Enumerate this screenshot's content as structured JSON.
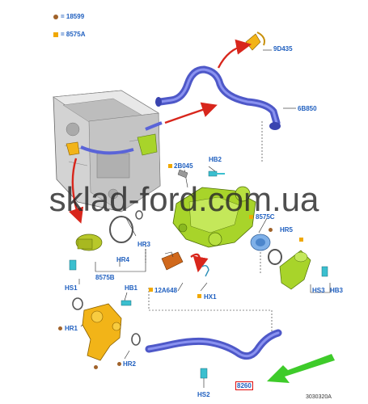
{
  "legend": [
    {
      "marker": "dot",
      "color": "#a0622a",
      "text": "= 18599"
    },
    {
      "marker": "square",
      "color": "#f0a800",
      "text": "= 8575A"
    }
  ],
  "parts": {
    "p9D435": "9D435",
    "p6B850": "6B850",
    "p2B045": "2B045",
    "pHB2": "HB2",
    "p8575C": "8575C",
    "pHR5": "HR5",
    "pHR3": "HR3",
    "pHR4": "HR4",
    "p8575B": "8575B",
    "pHS1": "HS1",
    "pHB1": "HB1",
    "p12A648": "12A648",
    "pHX1": "HX1",
    "pHS3": "HS3",
    "pHB3": "HB3",
    "pHR1": "HR1",
    "pHR2": "HR2",
    "pHS2": "HS2",
    "p8260": "8260"
  },
  "watermark": "sklad-ford.com.ua",
  "figure_number": "3030320A",
  "colors": {
    "label": "#1f5fbf",
    "hose": "#5a64d8",
    "housing": "#a8d42a",
    "thermostat": "#f2b418",
    "arrow_red": "#d8261c",
    "arrow_green": "#3ecb2a",
    "highlight_box": "#e01010"
  }
}
